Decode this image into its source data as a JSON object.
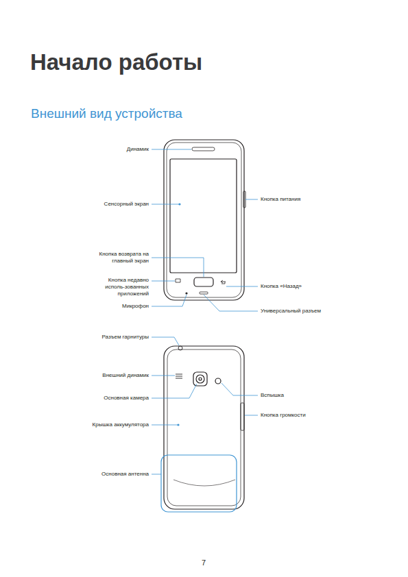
{
  "diagram": {
    "title": "Начало работы",
    "labels": [
      "Внешний вид устройства",
      "Динамик",
      "Сенсорный экран",
      "Кнопка возврата на главный экран",
      "Кнопка недавно исполь-зованных приложений",
      "Микрофон",
      "Кнопка питания",
      "Кнопка «Назад»",
      "Универсальный разъем",
      "Разъем гарнитуры",
      "Внешний динамик",
      "Основная камера",
      "Крышка аккумулятора",
      "Основная антенна",
      "Вспышка",
      "Кнопка громкости",
      "7"
    ]
  }
}
